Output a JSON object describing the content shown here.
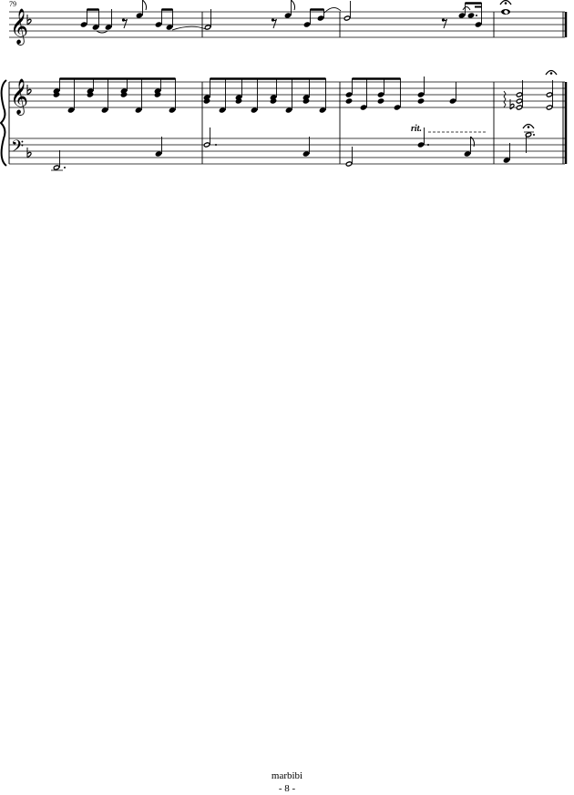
{
  "score": {
    "measure_number": "79",
    "key_signature": "F major (one flat)",
    "tempo_marking": "rit.",
    "footer_name": "marbibi",
    "footer_page": "- 8 -"
  }
}
